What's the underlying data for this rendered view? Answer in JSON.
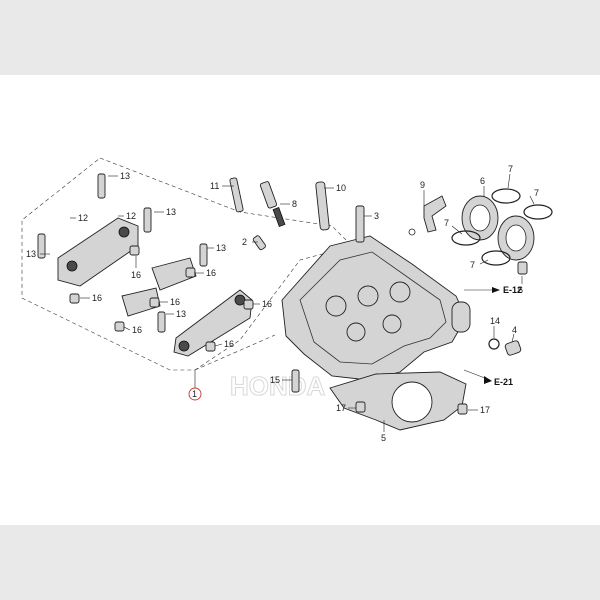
{
  "diagram": {
    "callout_numbers": [
      "1",
      "2",
      "3",
      "4",
      "5",
      "6",
      "7",
      "8",
      "9",
      "10",
      "11",
      "12",
      "13",
      "14",
      "15",
      "16",
      "17"
    ],
    "references": [
      "E-12",
      "E-21"
    ],
    "watermark": "HONDA",
    "colors": {
      "background": "#e9e9e9",
      "sheet": "#ffffff",
      "ink": "#222222",
      "callout_circle": "#cc3333"
    }
  }
}
